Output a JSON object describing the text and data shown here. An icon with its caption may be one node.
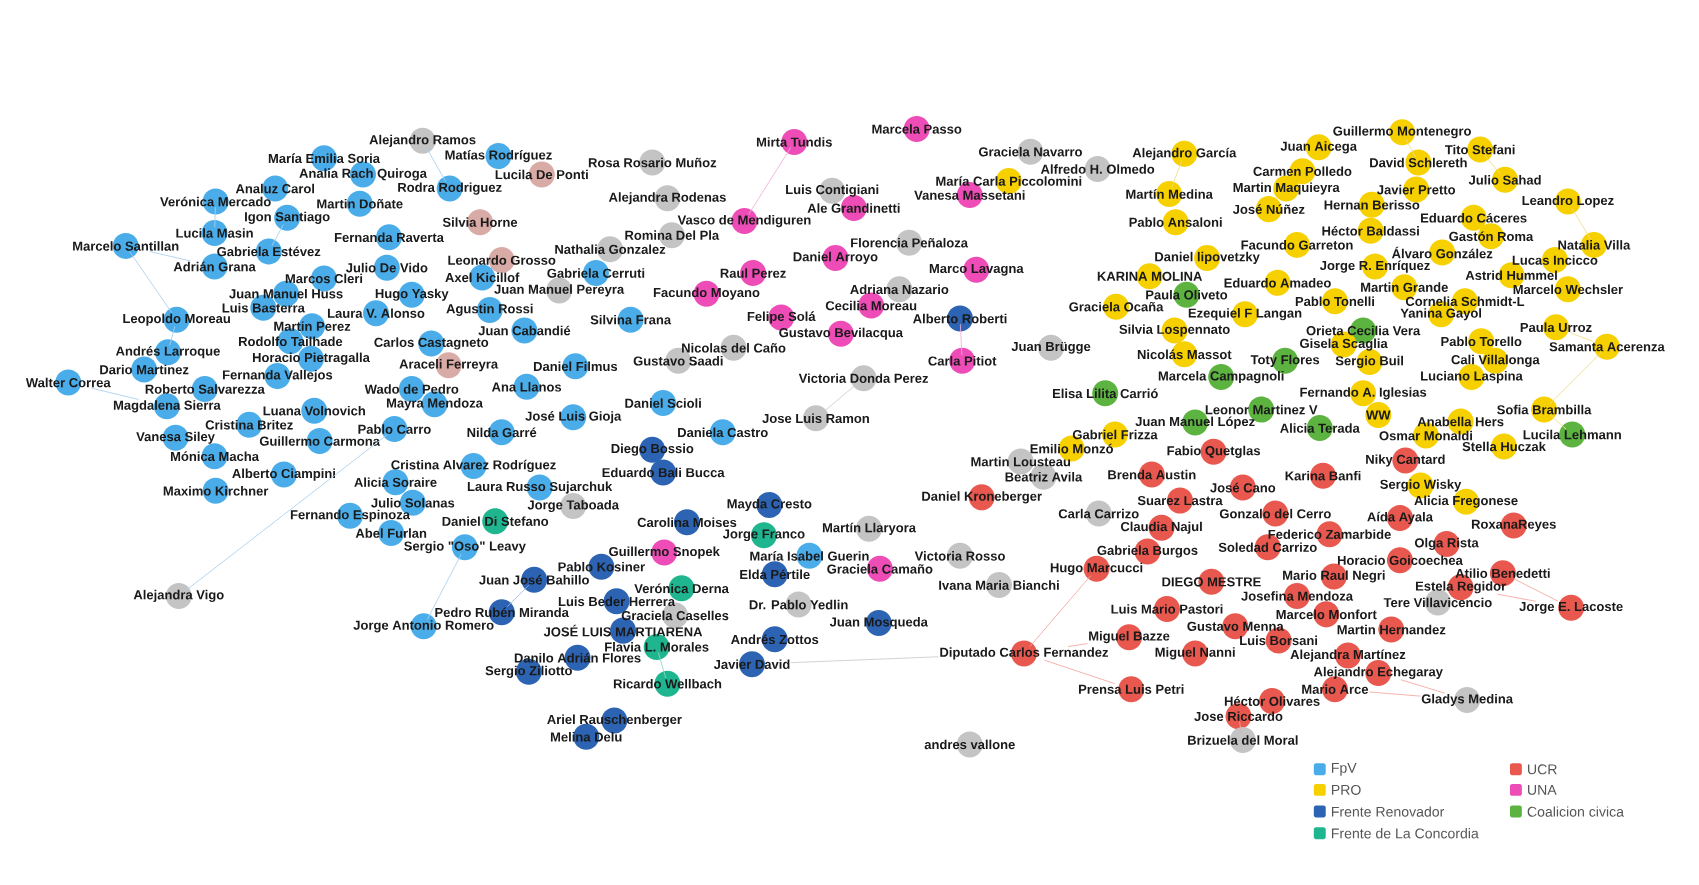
{
  "diagram": {
    "nodes": [
      {
        "text": [
          "Alejandro Ramos"
        ]
      },
      {
        "text": [
          "María Emilia Soria"
        ]
      },
      {
        "text": [
          "Matías Rodríguez"
        ]
      },
      {
        "text": [
          "Analia Rach Quiroga"
        ]
      },
      {
        "text": [
          "Lucila De Ponti"
        ]
      },
      {
        "text": [
          "Rosa Rosario Muñoz"
        ]
      },
      {
        "text": [
          "Analuz Carol"
        ]
      },
      {
        "text": [
          "Rodra Rodriguez"
        ]
      },
      {
        "text": [
          "Verónica Mercado"
        ]
      },
      {
        "text": [
          "Martin Doñate"
        ]
      },
      {
        "text": [
          "Igon Santiago"
        ]
      },
      {
        "text": [
          "Silvia Horne"
        ]
      },
      {
        "text": [
          "Alejandra Rodenas"
        ]
      },
      {
        "text": [
          "Lucila Masin"
        ]
      },
      {
        "text": [
          "Fernanda Raverta"
        ]
      },
      {
        "text": [
          "Marcelo Santillan"
        ]
      },
      {
        "text": [
          "Gabriela Estévez"
        ]
      },
      {
        "text": [
          "Adrián Grana"
        ]
      },
      {
        "text": [
          "Leonardo Grosso"
        ]
      },
      {
        "text": [
          "Julio De Vido"
        ]
      },
      {
        "text": [
          "Axel Kicillof"
        ]
      },
      {
        "text": [
          "Marcos Cleri"
        ]
      },
      {
        "text": [
          "Juan Manuel Huss"
        ]
      },
      {
        "text": [
          "Hugo Yasky"
        ]
      },
      {
        "text": [
          "Nathalia Gonzalez"
        ]
      },
      {
        "text": [
          "Gabriela Cerruti"
        ]
      },
      {
        "text": [
          "Juan Manuel Pereyra"
        ]
      },
      {
        "text": [
          "Romina Del Pla"
        ]
      },
      {
        "text": [
          "Luis Basterra"
        ]
      },
      {
        "text": [
          "Laura V. Alonso"
        ]
      },
      {
        "text": [
          "Agustin Rossi"
        ]
      },
      {
        "text": [
          "Leopoldo Moreau"
        ]
      },
      {
        "text": [
          "Martin Perez"
        ]
      },
      {
        "text": [
          "Silvina Frana"
        ]
      },
      {
        "text": [
          "Rodolfo Tailhade"
        ]
      },
      {
        "text": [
          "Juan Cabandié"
        ]
      },
      {
        "text": [
          "Carlos Castagneto"
        ]
      },
      {
        "text": [
          "Andrés Larroque"
        ]
      },
      {
        "text": [
          "Horacio Pietragalla"
        ]
      },
      {
        "text": [
          "Araceli Ferreyra"
        ]
      },
      {
        "text": [
          "Daniel Filmus"
        ]
      },
      {
        "text": [
          "Dario Martinez"
        ]
      },
      {
        "text": [
          "Fernanda Vallejos"
        ]
      },
      {
        "text": [
          "Walter Correa"
        ]
      },
      {
        "text": [
          "Roberto Salvarezza"
        ]
      },
      {
        "text": [
          "Wado de Pedro"
        ]
      },
      {
        "text": [
          "Ana Llanos"
        ]
      },
      {
        "text": [
          "Magdalena Sierra"
        ]
      },
      {
        "text": [
          "Mayra Mendoza"
        ]
      },
      {
        "text": [
          "Luana Volnovich"
        ]
      },
      {
        "text": [
          "Cristina Britez"
        ]
      },
      {
        "text": [
          "José Luis Gioja"
        ]
      },
      {
        "text": [
          "Pablo Carro"
        ]
      },
      {
        "text": [
          "Nilda Garré"
        ]
      },
      {
        "text": [
          "Vanesa Siley"
        ]
      },
      {
        "text": [
          "Guillermo Carmona"
        ]
      },
      {
        "text": [
          "Mónica Macha"
        ]
      },
      {
        "text": [
          "Cristina Alvarez Rodríguez"
        ]
      },
      {
        "text": [
          "Alberto Ciampini"
        ]
      },
      {
        "text": [
          "Alicia Soraire"
        ]
      },
      {
        "text": [
          "Laura Russo Sujarchuk"
        ]
      },
      {
        "text": [
          "Maximo Kirchner"
        ]
      },
      {
        "text": [
          "Julio Solanas"
        ]
      },
      {
        "text": [
          "Jorge Taboada"
        ]
      },
      {
        "text": [
          "Fernando Espinoza"
        ]
      },
      {
        "text": [
          "Daniel Di Stefano"
        ]
      },
      {
        "text": [
          "Abel Furlan"
        ]
      },
      {
        "text": [
          "Sergio \"Oso\" Leavy"
        ]
      },
      {
        "text": [
          "Alejandra Vigo"
        ]
      },
      {
        "text": [
          "Jorge Antonio Romero"
        ]
      },
      {
        "text": [
          "Mirta Tundis"
        ]
      },
      {
        "text": [
          "Marcela Passo"
        ]
      },
      {
        "text": [
          "Graciela Navarro"
        ]
      },
      {
        "text": [
          "Alfredo H. Olmedo"
        ]
      },
      {
        "text": [
          "Luis Contigiani"
        ]
      },
      {
        "text": [
          "María Carla Piccolomini"
        ]
      },
      {
        "text": [
          "Vanesa Massetani"
        ]
      },
      {
        "text": [
          "Ale Grandinetti"
        ]
      },
      {
        "text": [
          "Vasco de Mendiguren"
        ]
      },
      {
        "text": [
          "Florencia Peñaloza"
        ]
      },
      {
        "text": [
          "Daniel Arroyo"
        ]
      },
      {
        "text": [
          "Raul Perez"
        ]
      },
      {
        "text": [
          "Marco Lavagna"
        ]
      },
      {
        "text": [
          "Facundo Moyano"
        ]
      },
      {
        "text": [
          "Adriana Nazario"
        ]
      },
      {
        "text": [
          "Cecilia Moreau"
        ]
      },
      {
        "text": [
          "Felipe Solá"
        ]
      },
      {
        "text": [
          "Alberto Roberti"
        ]
      },
      {
        "text": [
          "Gustavo Bevilacqua"
        ]
      },
      {
        "text": [
          "Nicolas del Caño"
        ]
      },
      {
        "text": [
          "Gustavo Saadi"
        ]
      },
      {
        "text": [
          "Carla Pitiot"
        ]
      },
      {
        "text": [
          "Juan Brügge"
        ]
      },
      {
        "text": [
          "Victoria Donda Perez"
        ]
      },
      {
        "text": [
          "Daniel Scioli"
        ]
      },
      {
        "text": [
          "Jose Luis Ramon"
        ]
      },
      {
        "text": [
          "Daniela Castro"
        ]
      },
      {
        "text": [
          "Diego Bossio"
        ]
      },
      {
        "text": [
          "Eduardo Bali Bucca"
        ]
      },
      {
        "text": [
          "Mayda Cresto"
        ]
      },
      {
        "text": [
          "Carolina Moises"
        ]
      },
      {
        "text": [
          "Jorge Franco"
        ]
      },
      {
        "text": [
          "Martín Llaryora"
        ]
      },
      {
        "text": [
          "Guillermo Snopek"
        ]
      },
      {
        "text": [
          "María Isabel Guerin"
        ]
      },
      {
        "text": [
          "Pablo Kosiner"
        ]
      },
      {
        "text": [
          "Victoria Rosso"
        ]
      },
      {
        "text": [
          "Graciela Camaño"
        ]
      },
      {
        "text": [
          "Elda Pértile"
        ]
      },
      {
        "text": [
          "Juan José Bahillo"
        ]
      },
      {
        "text": [
          "Verónica Derna"
        ]
      },
      {
        "text": [
          "Ivana Maria Bianchi"
        ]
      },
      {
        "text": [
          "Luis Beder Herrera"
        ]
      },
      {
        "text": [
          "Dr. Pablo Yedlin"
        ]
      },
      {
        "text": [
          "Pedro Rubén Miranda"
        ]
      },
      {
        "text": [
          "Graciela Caselles"
        ]
      },
      {
        "text": [
          "Juan Mosqueda"
        ]
      },
      {
        "text": [
          "JOSÉ LUIS MARTIARENA"
        ]
      },
      {
        "text": [
          "Andrés Zottos"
        ]
      },
      {
        "text": [
          "Flavia L. Morales"
        ]
      },
      {
        "text": [
          "Danilo Adrián Flores"
        ]
      },
      {
        "text": [
          "Sergio Ziliotto"
        ]
      },
      {
        "text": [
          "Javier David"
        ]
      },
      {
        "text": [
          "Ricardo Wellbach"
        ]
      },
      {
        "text": [
          "Ariel Rauschenberger"
        ]
      },
      {
        "text": [
          "Melina Delu"
        ]
      },
      {
        "text": [
          "Diputado Carlos Fernandez"
        ]
      },
      {
        "text": [
          "andres vallone"
        ]
      },
      {
        "text": [
          "Alejandro García"
        ]
      },
      {
        "text": [
          "Juan Aicega"
        ]
      },
      {
        "text": [
          "Guillermo Montenegro"
        ]
      },
      {
        "text": [
          "Tito Stefani"
        ]
      },
      {
        "text": [
          "Carmen Polledo"
        ]
      },
      {
        "text": [
          "David Schlereth"
        ]
      },
      {
        "text": [
          "Julio Sahad"
        ]
      },
      {
        "text": [
          "Martín Medina"
        ]
      },
      {
        "text": [
          "Martin Maquieyra"
        ]
      },
      {
        "text": [
          "Javier Pretto"
        ]
      },
      {
        "text": [
          "José Núñez"
        ]
      },
      {
        "text": [
          "Hernan Berisso"
        ]
      },
      {
        "text": [
          "Leandro Lopez"
        ]
      },
      {
        "text": [
          "Pablo Ansaloni"
        ]
      },
      {
        "text": [
          "Eduardo Cáceres"
        ]
      },
      {
        "text": [
          "Héctor Baldassi"
        ]
      },
      {
        "text": [
          "Gastón Roma"
        ]
      },
      {
        "text": [
          "Natalia Villa"
        ]
      },
      {
        "text": [
          "Facundo Garreton"
        ]
      },
      {
        "text": [
          "Álvaro González"
        ]
      },
      {
        "text": [
          "Daniel lipovetzky"
        ]
      },
      {
        "text": [
          "Jorge R. Enríquez"
        ]
      },
      {
        "text": [
          "Lucas Incicco"
        ]
      },
      {
        "text": [
          "Astrid Hummel"
        ]
      },
      {
        "text": [
          "KARINA MOLINA"
        ]
      },
      {
        "text": [
          "Eduardo Amadeo"
        ]
      },
      {
        "text": [
          "Martin Grande"
        ]
      },
      {
        "text": [
          "Marcelo Wechsler"
        ]
      },
      {
        "text": [
          "Paula Oliveto"
        ]
      },
      {
        "text": [
          "Pablo Tonelli"
        ]
      },
      {
        "text": [
          "Cornelia Schmidt-L"
        ]
      },
      {
        "text": [
          "Graciela Ocaña"
        ]
      },
      {
        "text": [
          "Ezequiel F Langan"
        ]
      },
      {
        "text": [
          "Yanina Gayol"
        ]
      },
      {
        "text": [
          "Silvia Lospennato"
        ]
      },
      {
        "text": [
          "Orieta Cecilia Vera"
        ]
      },
      {
        "text": [
          "Paula Urroz"
        ]
      },
      {
        "text": [
          "Gisela Scaglia"
        ]
      },
      {
        "text": [
          "Pablo Torello"
        ]
      },
      {
        "text": [
          "Samanta Acerenza"
        ]
      },
      {
        "text": [
          "Nicolás Massot"
        ]
      },
      {
        "text": [
          "Toty Flores"
        ]
      },
      {
        "text": [
          "Sergio Buil"
        ]
      },
      {
        "text": [
          "Cali Villalonga"
        ]
      },
      {
        "text": [
          "Marcela Campagnoli"
        ]
      },
      {
        "text": [
          "Luciano Laspina"
        ]
      },
      {
        "text": [
          "Elisa Lilita Carrió"
        ]
      },
      {
        "text": [
          "Fernando A. Iglesias"
        ]
      },
      {
        "text": [
          "Leonor Martinez V"
        ]
      },
      {
        "text": [
          "Sofia Brambilla"
        ]
      },
      {
        "text": [
          "WW"
        ]
      },
      {
        "text": [
          "Juan Manuel López"
        ]
      },
      {
        "text": [
          "Alicia Terada"
        ]
      },
      {
        "text": [
          "Anabella Hers"
        ]
      },
      {
        "text": [
          "Osmar Monaldi"
        ]
      },
      {
        "text": [
          "Lucila Lehmann"
        ]
      },
      {
        "text": [
          "Gabriel Frizza"
        ]
      },
      {
        "text": [
          "Emilio Monzó"
        ]
      },
      {
        "text": [
          "Fabio Quetglas"
        ]
      },
      {
        "text": [
          "Stella Huczak"
        ]
      },
      {
        "text": [
          "Martin Lousteau"
        ]
      },
      {
        "text": [
          "Niky Cantard"
        ]
      },
      {
        "text": [
          "Beatriz Avila"
        ]
      },
      {
        "text": [
          "Brenda Austin"
        ]
      },
      {
        "text": [
          "Karina Banfi"
        ]
      },
      {
        "text": [
          "José Cano"
        ]
      },
      {
        "text": [
          "Sergio Wisky"
        ]
      },
      {
        "text": [
          "Daniel Kroneberger"
        ]
      },
      {
        "text": [
          "Suarez Lastra"
        ]
      },
      {
        "text": [
          "Alicia Fregonese"
        ]
      },
      {
        "text": [
          "Carla Carrizo"
        ]
      },
      {
        "text": [
          "Gonzalo del Cerro"
        ]
      },
      {
        "text": [
          "Aída Ayala"
        ]
      },
      {
        "text": [
          "Claudia Najul"
        ]
      },
      {
        "text": [
          "RoxanaReyes"
        ]
      },
      {
        "text": [
          "Federico Zamarbide"
        ]
      },
      {
        "text": [
          "Soledad Carrizo"
        ]
      },
      {
        "text": [
          "Olga Rista"
        ]
      },
      {
        "text": [
          "Gabriela Burgos"
        ]
      },
      {
        "text": [
          "Horacio Goicoechea"
        ]
      },
      {
        "text": [
          "Hugo Marcucci"
        ]
      },
      {
        "text": [
          "Atilio Benedetti"
        ]
      },
      {
        "text": [
          "Mario Raul Negri"
        ]
      },
      {
        "text": [
          "DIEGO MESTRE"
        ]
      },
      {
        "text": [
          "Estela Regidor"
        ]
      },
      {
        "text": [
          "Josefina Mendoza"
        ]
      },
      {
        "text": [
          "Tere Villavicencio"
        ]
      },
      {
        "text": [
          "Jorge E. Lacoste"
        ]
      },
      {
        "text": [
          "Luis Mario Pastori"
        ]
      },
      {
        "text": [
          "Marcelo Monfort"
        ]
      },
      {
        "text": [
          "Gustavo Menna"
        ]
      },
      {
        "text": [
          "Martin Hernandez"
        ]
      },
      {
        "text": [
          "Miguel Bazze"
        ]
      },
      {
        "text": [
          "Luis Borsani"
        ]
      },
      {
        "text": [
          "Miguel Nanni"
        ]
      },
      {
        "text": [
          "Alejandra Martínez"
        ]
      },
      {
        "text": [
          "Alejandro Echegaray"
        ]
      },
      {
        "text": [
          "Prensa Luis Petri"
        ]
      },
      {
        "text": [
          "Mario Arce"
        ]
      },
      {
        "text": [
          "Gladys Medina"
        ]
      },
      {
        "text": [
          "Héctor Olivares"
        ]
      },
      {
        "text": [
          "Jose Riccardo"
        ]
      },
      {
        "text": [
          "Brizuela del Moral"
        ]
      }
    ],
    "edges": [
      {
        "from": 43,
        "to": 47,
        "arrow": "none"
      },
      {
        "from": 15,
        "to": 31,
        "arrow": "none"
      },
      {
        "from": 15,
        "to": 17,
        "arrow": "none"
      },
      {
        "from": 31,
        "to": 37,
        "arrow": "none"
      },
      {
        "from": 68,
        "to": 52,
        "arrow": "none"
      },
      {
        "from": 0,
        "to": 7,
        "arrow": "none"
      },
      {
        "from": 69,
        "to": 67,
        "arrow": "none"
      },
      {
        "from": 8,
        "to": 13,
        "arrow": "none"
      },
      {
        "from": 16,
        "to": 10,
        "arrow": "none"
      },
      {
        "from": 109,
        "to": 114,
        "arrow": "none",
        "color": "#9fb6de"
      },
      {
        "from": 123,
        "to": 119,
        "arrow": "none",
        "color": "#93d6c2"
      },
      {
        "from": 70,
        "to": 78,
        "arrow": "none",
        "color": "#f0b0d8"
      },
      {
        "from": 91,
        "to": 87,
        "arrow": "none",
        "color": "#f0b0d8"
      },
      {
        "from": 93,
        "to": 95,
        "arrow": "none",
        "color": "#cccccc"
      },
      {
        "from": 122,
        "to": 126,
        "arrow": "none",
        "color": "#cccccc"
      },
      {
        "from": 126,
        "to": 220,
        "arrow": "none",
        "color": "#f2a8a0"
      },
      {
        "from": 126,
        "to": 225,
        "arrow": "none",
        "color": "#f2a8a0"
      },
      {
        "from": 126,
        "to": 208,
        "arrow": "none",
        "color": "#f2a8a0"
      },
      {
        "from": 215,
        "to": 212,
        "arrow": "none",
        "color": "#f2a8a0"
      },
      {
        "from": 215,
        "to": 209,
        "arrow": "none",
        "color": "#f2a8a0"
      },
      {
        "from": 227,
        "to": 224,
        "arrow": "none",
        "color": "#f2a8a0"
      },
      {
        "from": 227,
        "to": 226,
        "arrow": "none",
        "color": "#f2a8a0"
      },
      {
        "from": 230,
        "to": 229,
        "arrow": "none",
        "color": "#f2a8a0"
      },
      {
        "from": 167,
        "to": 164,
        "arrow": "none",
        "color": "#f2dc88"
      },
      {
        "from": 167,
        "to": 177,
        "arrow": "none",
        "color": "#f2dc88"
      },
      {
        "from": 183,
        "to": 177,
        "arrow": "none",
        "color": "#f2dc88"
      },
      {
        "from": 140,
        "to": 145,
        "arrow": "none",
        "color": "#f2dc88"
      },
      {
        "from": 131,
        "to": 134,
        "arrow": "none",
        "color": "#f2dc88"
      },
      {
        "from": 130,
        "to": 133,
        "arrow": "none",
        "color": "#f2dc88"
      },
      {
        "from": 128,
        "to": 135,
        "arrow": "none",
        "color": "#f2dc88"
      }
    ],
    "legend": [
      {
        "text": "FpV",
        "color": "#4aadea"
      },
      {
        "text": "PRO",
        "color": "#f7d000"
      },
      {
        "text": "Frente Renovador",
        "color": "#2c63b2"
      },
      {
        "text": "Frente de La Concordia",
        "color": "#1fb68f"
      },
      {
        "text": "UCR",
        "color": "#e8584e"
      },
      {
        "text": "UNA",
        "color": "#ee4cb6"
      },
      {
        "text": "Coalicion civica",
        "color": "#5cb340"
      }
    ]
  }
}
